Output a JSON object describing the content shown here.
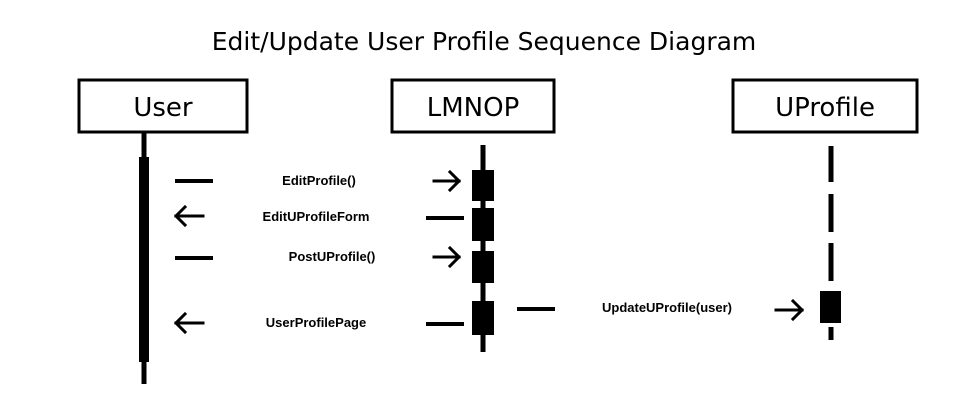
{
  "title": "Edit/Update User Profile Sequence Diagram",
  "participants": [
    {
      "id": "user",
      "label": "User"
    },
    {
      "id": "lmnop",
      "label": "LMNOP"
    },
    {
      "id": "uprofile",
      "label": "UProfile"
    }
  ],
  "messages": [
    {
      "id": "m1",
      "label": "EditProfile()",
      "from": "User",
      "to": "LMNOP",
      "direction": "right"
    },
    {
      "id": "m2",
      "label": "EditUProfileForm",
      "from": "LMNOP",
      "to": "User",
      "direction": "left"
    },
    {
      "id": "m3",
      "label": "PostUProfile()",
      "from": "User",
      "to": "LMNOP",
      "direction": "right"
    },
    {
      "id": "m4",
      "label": "UpdateUProfile(user)",
      "from": "LMNOP",
      "to": "UProfile",
      "direction": "right"
    },
    {
      "id": "m5",
      "label": "UserProfilePage",
      "from": "LMNOP",
      "to": "User",
      "direction": "left"
    }
  ]
}
